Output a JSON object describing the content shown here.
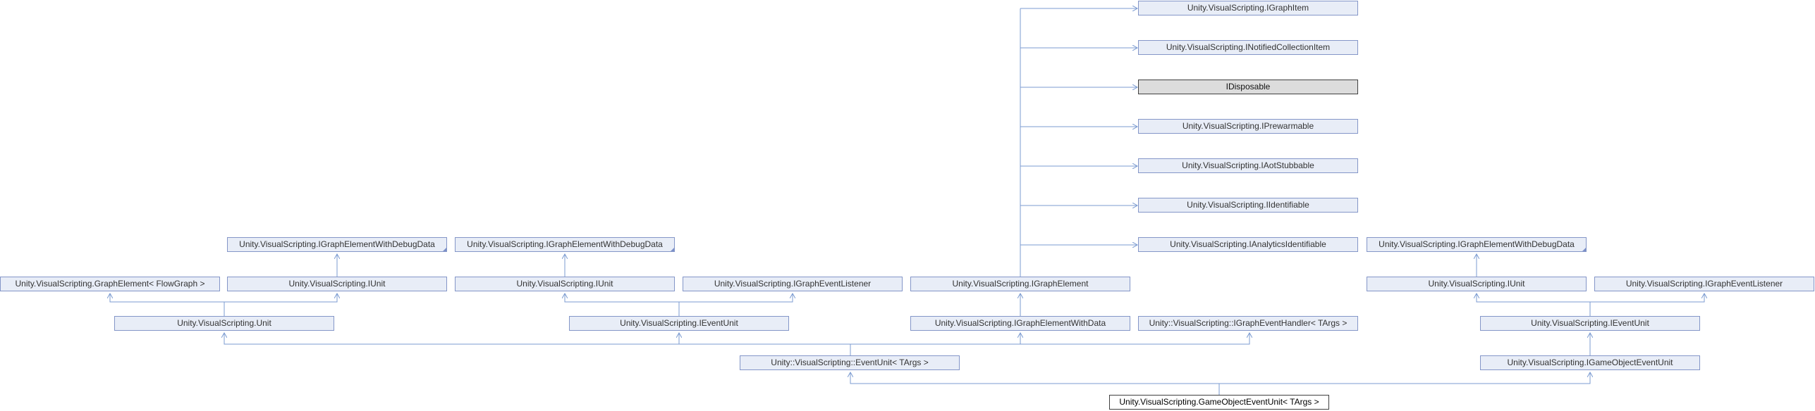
{
  "diagram": {
    "nodes": {
      "igraphitem": "Unity.VisualScripting.IGraphItem",
      "inotifiedcollectionitem": "Unity.VisualScripting.INotifiedCollectionItem",
      "idisposable": "IDisposable",
      "iprewarmable": "Unity.VisualScripting.IPrewarmable",
      "iaotstubbable": "Unity.VisualScripting.IAotStubbable",
      "iidentifiable": "Unity.VisualScripting.IIdentifiable",
      "ianalyticsidentifiable": "Unity.VisualScripting.IAnalyticsIdentifiable",
      "igraphelementwithdebugdata_1": "Unity.VisualScripting.IGraphElementWithDebugData",
      "igraphelementwithdebugdata_2": "Unity.VisualScripting.IGraphElementWithDebugData",
      "igraphelementwithdebugdata_3": "Unity.VisualScripting.IGraphElementWithDebugData",
      "graphelement_flowgraph": "Unity.VisualScripting.GraphElement< FlowGraph >",
      "iunit_1": "Unity.VisualScripting.IUnit",
      "iunit_2": "Unity.VisualScripting.IUnit",
      "igrapheventlistener_1": "Unity.VisualScripting.IGraphEventListener",
      "igraphelement": "Unity.VisualScripting.IGraphElement",
      "iunit_3": "Unity.VisualScripting.IUnit",
      "igrapheventlistener_2": "Unity.VisualScripting.IGraphEventListener",
      "unit": "Unity.VisualScripting.Unit",
      "ieventunit_1": "Unity.VisualScripting.IEventUnit",
      "igraphelementwithdata": "Unity.VisualScripting.IGraphElementWithData",
      "igrapheventhandler": "Unity::VisualScripting::IGraphEventHandler< TArgs >",
      "ieventunit_2": "Unity.VisualScripting.IEventUnit",
      "eventunit": "Unity::VisualScripting::EventUnit< TArgs >",
      "igameobjecteventunit": "Unity.VisualScripting.IGameObjectEventUnit",
      "gameobjecteventunit": "Unity.VisualScripting.GameObjectEventUnit< TArgs >"
    },
    "colors": {
      "node_fill": "#e8edf7",
      "node_border": "#8496c8",
      "edge": "#7b9bd1",
      "external_fill": "#dcdcdc",
      "current_border": "#404040"
    }
  }
}
